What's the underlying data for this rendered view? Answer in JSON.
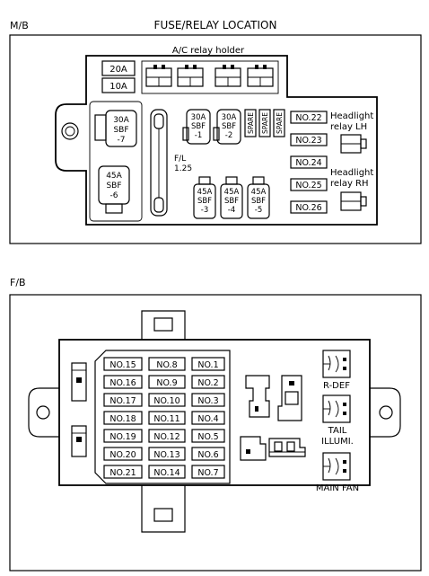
{
  "mb": {
    "corner_label": "M/B",
    "title": "FUSE/RELAY LOCATION",
    "ac_relay_holder": "A/C relay holder",
    "fuse_20a": "20A",
    "fuse_10a": "10A",
    "sbf7": [
      "30A",
      "SBF",
      "-7"
    ],
    "sbf6": [
      "45A",
      "SBF",
      "-6"
    ],
    "sbf1": [
      "30A",
      "SBF",
      "-1"
    ],
    "sbf2": [
      "30A",
      "SBF",
      "-2"
    ],
    "sbf3": [
      "45A",
      "SBF",
      "-3"
    ],
    "sbf4": [
      "45A",
      "SBF",
      "-4"
    ],
    "sbf5": [
      "45A",
      "SBF",
      "-5"
    ],
    "spare": "SPARE",
    "fl": [
      "F/L",
      "1.25"
    ],
    "no22": "NO.22",
    "no23": "NO.23",
    "no24": "NO.24",
    "no25": "NO.25",
    "no26": "NO.26",
    "headlight_lh": [
      "Headlight",
      "relay LH"
    ],
    "headlight_rh": [
      "Headlight",
      "relay RH"
    ]
  },
  "fb": {
    "corner_label": "F/B",
    "col_a": [
      "NO.15",
      "NO.16",
      "NO.17",
      "NO.18",
      "NO.19",
      "NO.20",
      "NO.21"
    ],
    "col_b": [
      "NO.8",
      "NO.9",
      "NO.10",
      "NO.11",
      "NO.12",
      "NO.13",
      "NO.14"
    ],
    "col_c": [
      "NO.1",
      "NO.2",
      "NO.3",
      "NO.4",
      "NO.5",
      "NO.6",
      "NO.7"
    ],
    "r_def": "R-DEF",
    "tail_illumi": [
      "TAIL",
      "ILLUMI."
    ],
    "main_fan": "MAIN FAN"
  }
}
